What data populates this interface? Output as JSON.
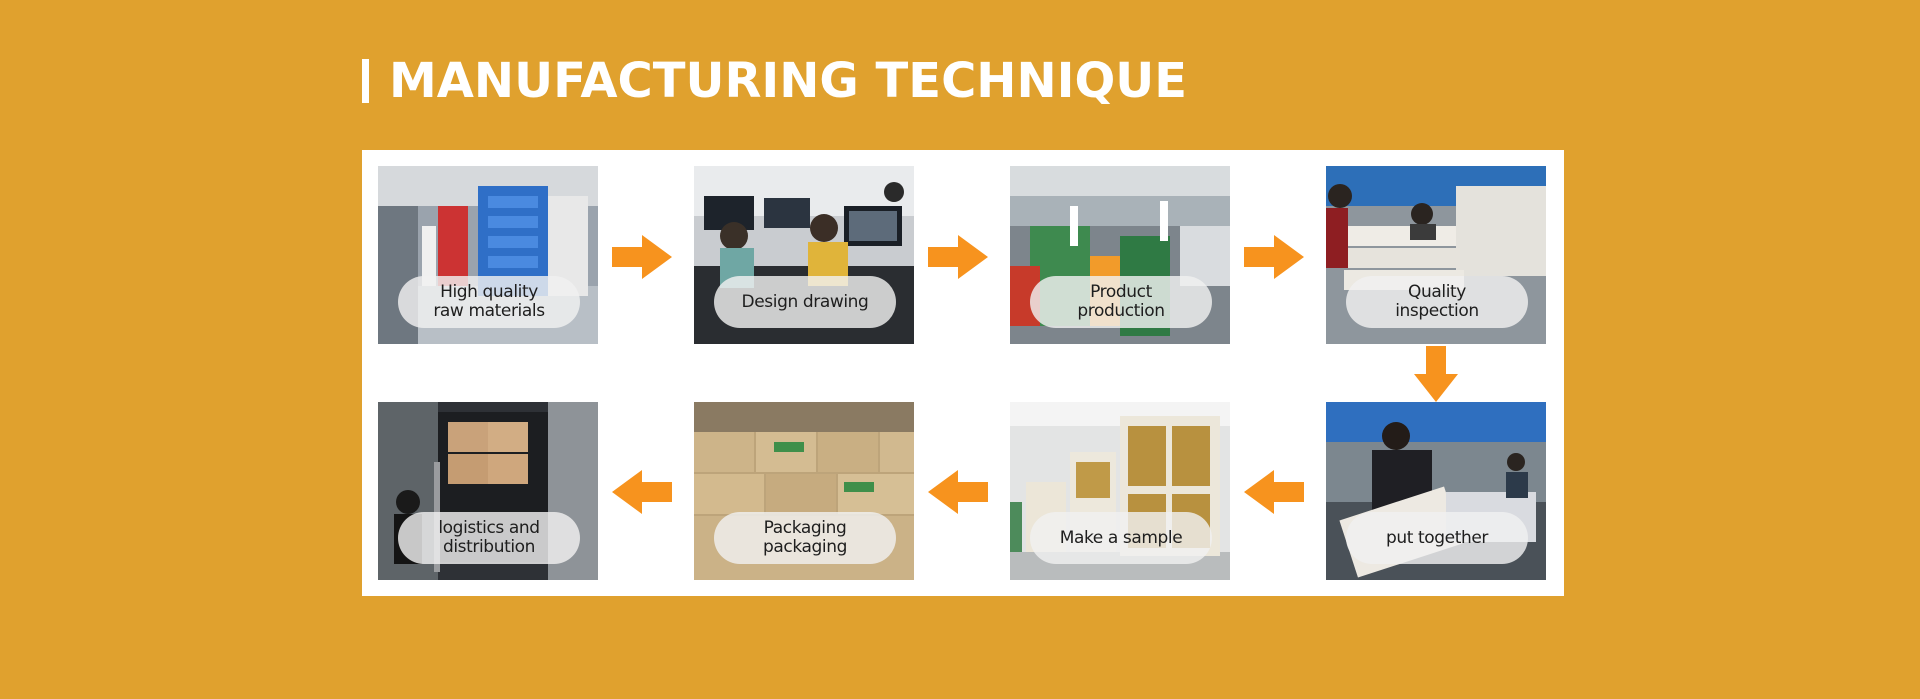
{
  "heading": {
    "title": "MANUFACTURING TECHNIQUE"
  },
  "colors": {
    "background": "#E0A12E",
    "panel": "#FFFFFF",
    "arrow": "#F7931E",
    "title": "#FFFFFF"
  },
  "flow": {
    "arrow_icon": "arrow-icon",
    "steps": [
      {
        "label": "High quality\nraw materials",
        "photo": "warehouse-photo"
      },
      {
        "label": "Design drawing",
        "photo": "office-design-photo"
      },
      {
        "label": "Product\nproduction",
        "photo": "production-line-photo"
      },
      {
        "label": "Quality\ninspection",
        "photo": "inspection-photo"
      },
      {
        "label": "put together",
        "photo": "assembly-photo"
      },
      {
        "label": "Make a sample",
        "photo": "sample-cabinets-photo"
      },
      {
        "label": "Packaging\npackaging",
        "photo": "carton-boxes-photo"
      },
      {
        "label": "logistics and\ndistribution",
        "photo": "truck-loading-photo"
      }
    ]
  }
}
